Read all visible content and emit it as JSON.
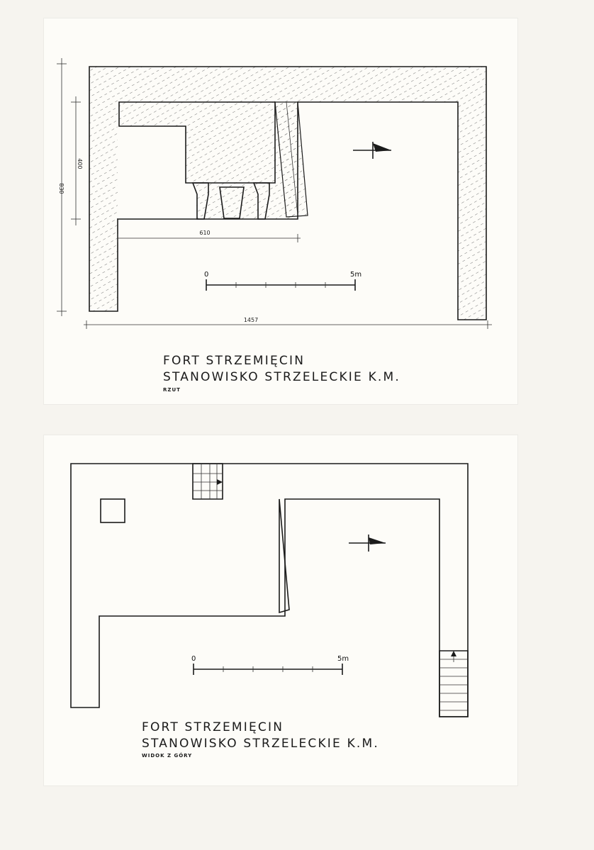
{
  "plan_view": {
    "dimensions": {
      "total_width": "1457",
      "total_height": "830",
      "inner_height": "400",
      "inner_width": "610"
    },
    "scale_bar": {
      "start": "0",
      "end": "5m"
    },
    "caption": {
      "line1": "FORT STRZEMIĘCIN",
      "line2": "STANOWISKO STRZELECKIE K.M.",
      "sub": "RZUT"
    }
  },
  "top_view": {
    "scale_bar": {
      "start": "0",
      "end": "5m"
    },
    "caption": {
      "line1": "FORT STRZEMIĘCIN",
      "line2": "STANOWISKO STRZELECKIE K.M.",
      "sub": "WIDOK Z GÓRY"
    }
  },
  "colors": {
    "ink": "#1b1b1b",
    "paper": "#fdfcf8",
    "hatch": "#555555"
  }
}
